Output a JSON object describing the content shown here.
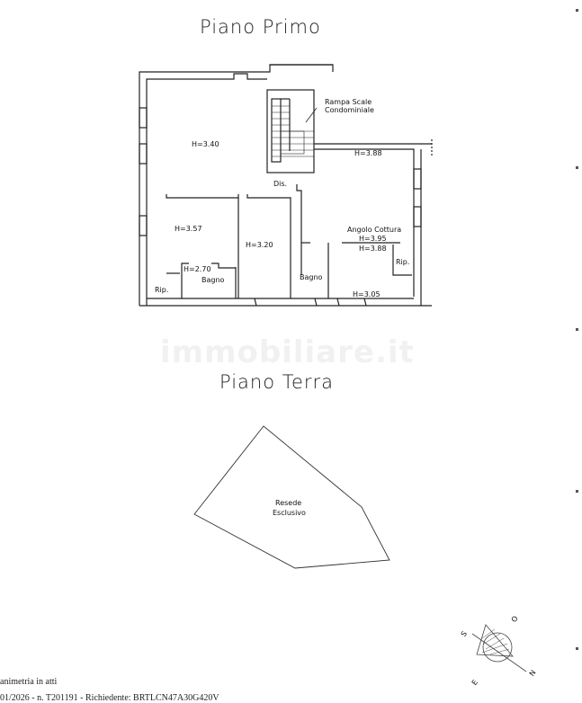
{
  "floors": {
    "piano_primo": {
      "title": "Piano Primo",
      "rooms": [
        {
          "label": "H=3.40"
        },
        {
          "label": "Rampa Scale"
        },
        {
          "label": "Condominiale"
        },
        {
          "label": "H=3.88"
        },
        {
          "label": "Dis."
        },
        {
          "label": "H=3.57"
        },
        {
          "label": "H=3.20"
        },
        {
          "label": "Angolo Cottura"
        },
        {
          "label": "H=3.95"
        },
        {
          "label": "H=3.88"
        },
        {
          "label": "Rip."
        },
        {
          "label": "H=2.70"
        },
        {
          "label": "Bagno"
        },
        {
          "label": "Bagno"
        },
        {
          "label": "Rip."
        },
        {
          "label": "H=3.05"
        }
      ]
    },
    "piano_terra": {
      "title": "Piano Terra",
      "area_label_1": "Resede",
      "area_label_2": "Esclusivo"
    }
  },
  "watermark": "immobiliare.it",
  "compass": {
    "labels": [
      "S",
      "O",
      "E",
      "N"
    ]
  },
  "footer": {
    "line1": "animetria in atti",
    "line2": "01/2026 - n. T201191 - Richiedente: BRTLCN47A30G420V"
  }
}
